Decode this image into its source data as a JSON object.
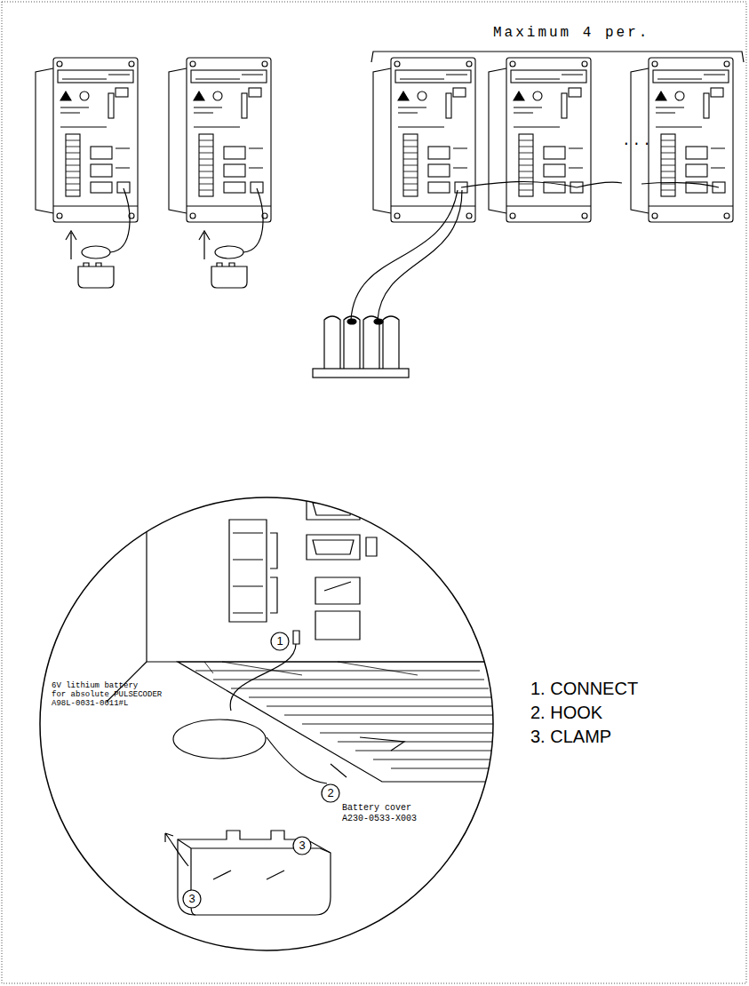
{
  "diagram": {
    "labels": [
      "Maximum 4 per.",
      "...",
      "1",
      "2",
      "3",
      "3",
      "6V lithium battery",
      "for absolute PULSECODER",
      "A98L-0031-0011#L",
      "Battery cover",
      "A230-0533-X003",
      "1. CONNECT",
      "2. HOOK",
      "3. CLAMP"
    ]
  }
}
